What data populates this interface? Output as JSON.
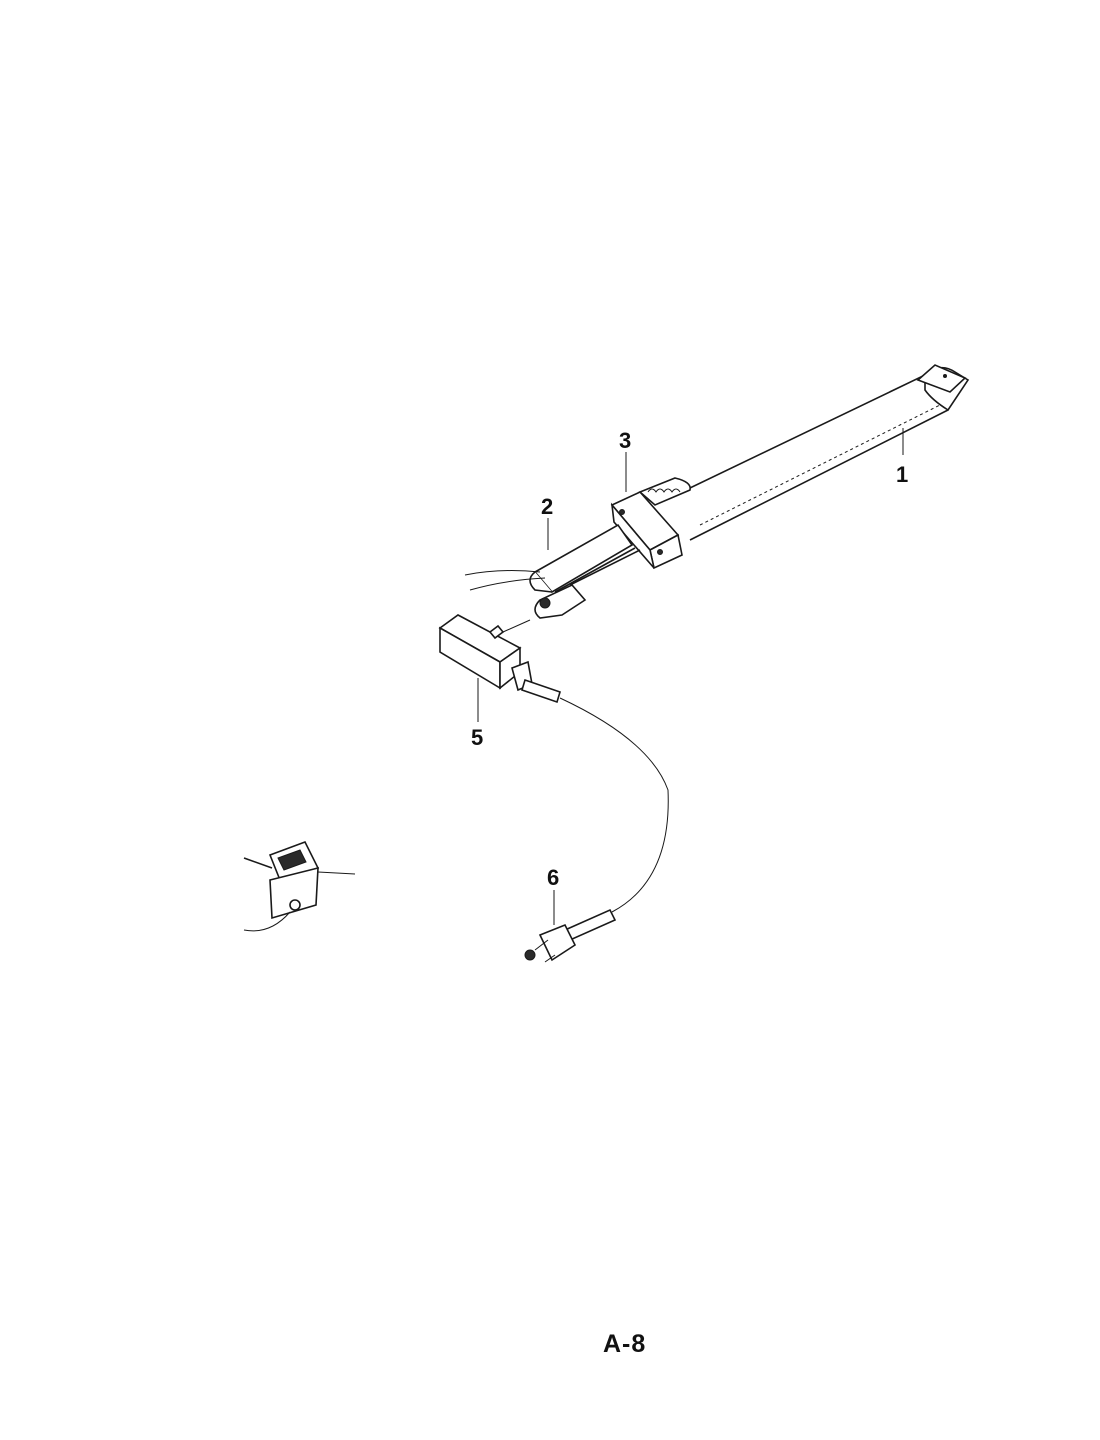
{
  "callouts": {
    "part_1": "1",
    "part_2": "2",
    "part_3": "3",
    "part_5": "5",
    "part_6": "6"
  },
  "page_label": "A-8"
}
